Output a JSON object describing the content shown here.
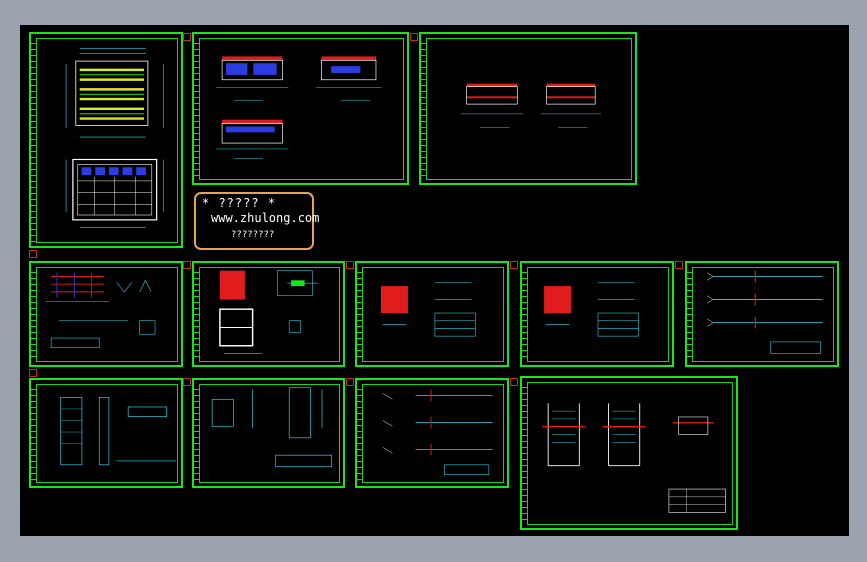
{
  "colors": {
    "workspace_bg": "#000000",
    "window_bg": "#9ba4ae",
    "sheet_border": "#19e619",
    "dimension_lines": "#2fd5e8",
    "section_hatch": "#e01c1c",
    "fill_blue": "#2b3de0",
    "fill_yellow": "#d8e82a",
    "stamp_border": "#e8a25a"
  },
  "watermark": {
    "line1": "* ????? *",
    "line2": "www.zhulong.com",
    "line3": "????????"
  },
  "sheets": [
    {
      "id": "sheet-01",
      "content": "pool-plan-and-section",
      "icon": "plan-drawing-icon"
    },
    {
      "id": "sheet-02",
      "content": "pool-elevations",
      "icon": "elevation-drawing-icon"
    },
    {
      "id": "sheet-03",
      "content": "pool-sections",
      "icon": "section-drawing-icon"
    },
    {
      "id": "sheet-04",
      "content": "rebar-details",
      "icon": "detail-drawing-icon"
    },
    {
      "id": "sheet-05",
      "content": "wall-details",
      "icon": "detail-drawing-icon"
    },
    {
      "id": "sheet-06",
      "content": "slab-reinforcement",
      "icon": "detail-drawing-icon"
    },
    {
      "id": "sheet-07",
      "content": "slab-reinforcement-2",
      "icon": "detail-drawing-icon"
    },
    {
      "id": "sheet-08",
      "content": "beam-details",
      "icon": "detail-drawing-icon"
    },
    {
      "id": "sheet-09",
      "content": "column-details",
      "icon": "detail-drawing-icon"
    },
    {
      "id": "sheet-10",
      "content": "pipe-details",
      "icon": "detail-drawing-icon"
    },
    {
      "id": "sheet-11",
      "content": "beam-details-2",
      "icon": "detail-drawing-icon"
    },
    {
      "id": "sheet-12",
      "content": "ladder-details",
      "icon": "detail-drawing-icon"
    }
  ]
}
